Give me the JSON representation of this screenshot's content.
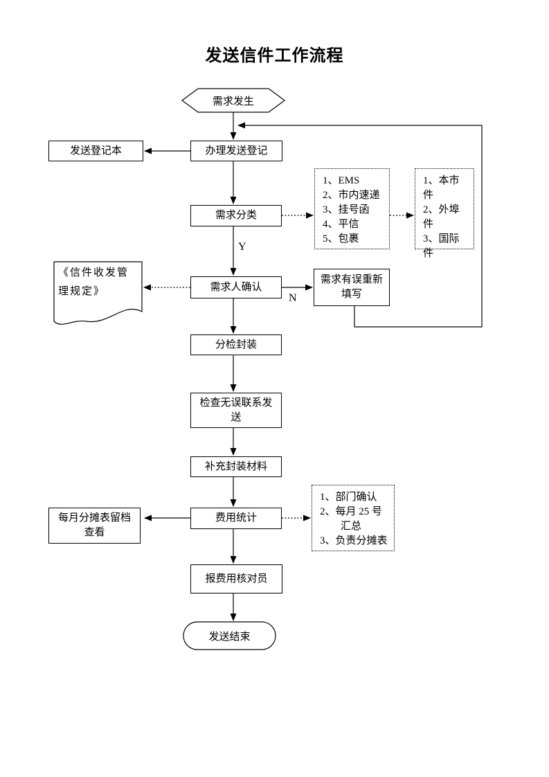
{
  "page": {
    "title": "发送信件工作流程"
  },
  "flow": {
    "start": "需求发生",
    "register": "办理发送登记",
    "register_book": "发送登记本",
    "classify": "需求分类",
    "confirm": "需求人确认",
    "refill": "需求有误重新填写",
    "doc_reference": "《信件收发管理规定》",
    "sort_pack": "分检封装",
    "check_send": "检查无误联系发送",
    "supplement": "补充封装材料",
    "cost_stat": "费用统计",
    "monthly_archive": "每月分摊表留档查看",
    "report_checker": "报费用核对员",
    "end": "发送结束",
    "label_yes": "Y",
    "label_no": "N"
  },
  "lists": {
    "mail_types": {
      "items": [
        "1、EMS",
        "2、市内速递",
        "3、挂号函",
        "4、平信",
        "5、包裹"
      ]
    },
    "destinations": {
      "items": [
        "1、本市件",
        "2、外埠件",
        "3、国际件"
      ]
    },
    "cost_notes": {
      "items": [
        "1、部门确认",
        "2、每月 25 号汇总",
        "3、负责分摊表"
      ]
    }
  },
  "colors": {
    "line": "#000000",
    "background": "#ffffff",
    "text": "#000000"
  }
}
